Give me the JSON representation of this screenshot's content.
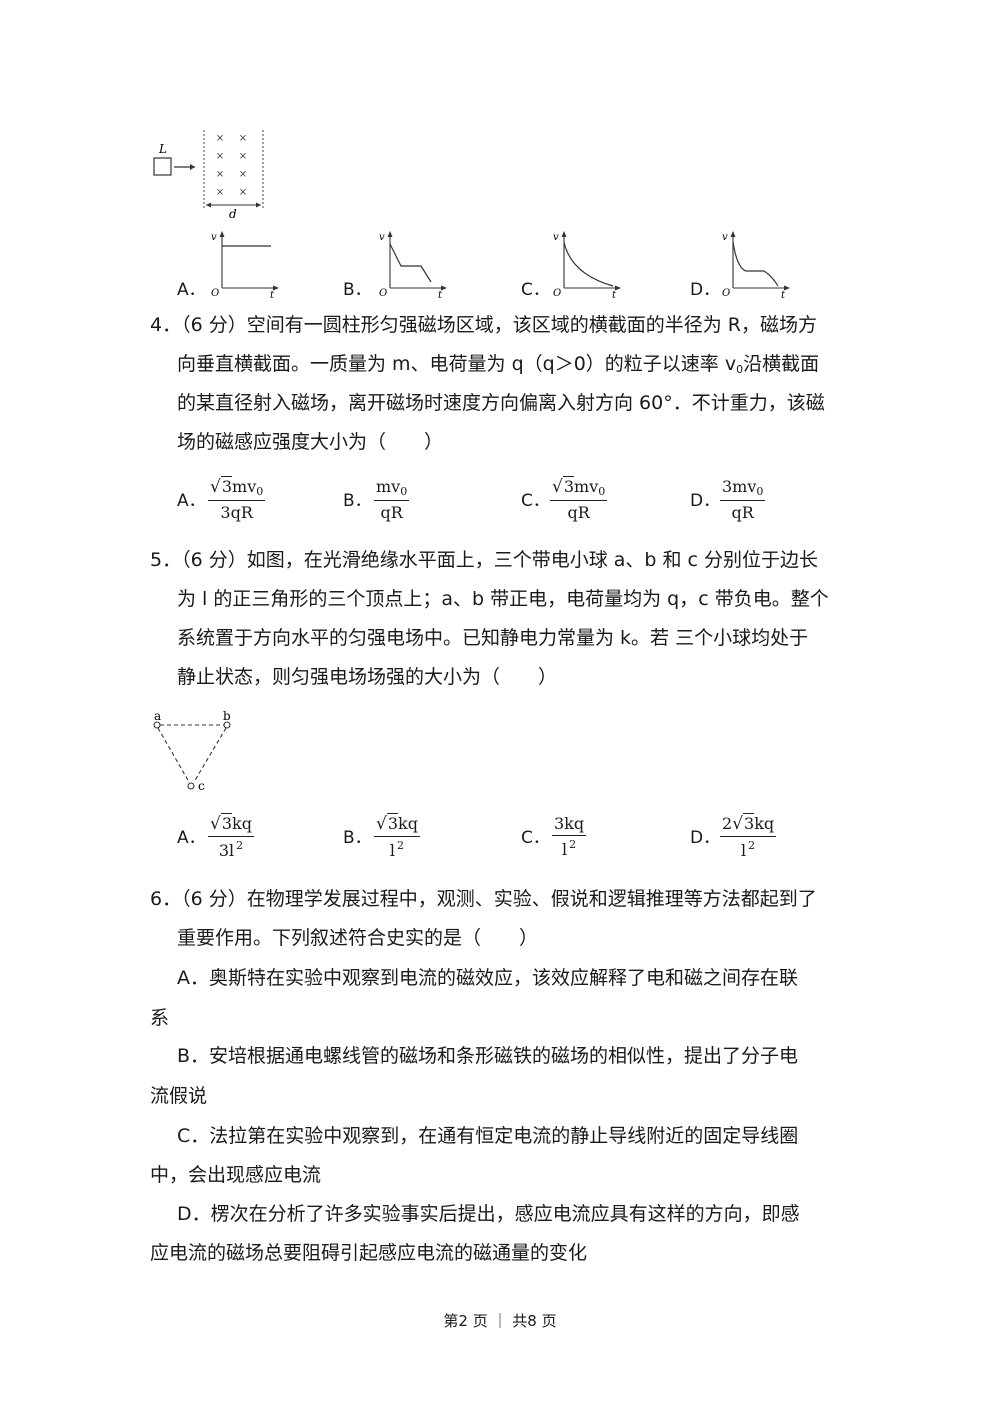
{
  "q3": {
    "fig": {
      "label_L": "L",
      "label_d": "d",
      "field_mark": "×"
    },
    "graph_axes": {
      "v": "v",
      "o": "O",
      "t": "t"
    },
    "options": [
      {
        "letter": "A．"
      },
      {
        "letter": "B．"
      },
      {
        "letter": "C．"
      },
      {
        "letter": "D．"
      }
    ]
  },
  "q4": {
    "lines": [
      "4．（6 分）空间有一圆柱形匀强磁场区域，该区域的横截面的半径为 R，磁场方",
      "向垂直横截面。一质量为 m、电荷量为 q（q＞0）的粒子以速率 v",
      "的某直径射入磁场，离开磁场时速度方向偏离入射方向 60°．不计重力，该磁",
      "场的磁感应强度大小为（　　）"
    ],
    "line2_sub": "0",
    "line2_tail": "沿横截面",
    "options": [
      {
        "letter": "A．",
        "root": "3",
        "num": "mv",
        "num_sub": "0",
        "den": "3qR"
      },
      {
        "letter": "B．",
        "num": "mv",
        "num_sub": "0",
        "den": "qR"
      },
      {
        "letter": "C．",
        "root": "3",
        "num": "mv",
        "num_sub": "0",
        "den": "qR"
      },
      {
        "letter": "D．",
        "num": "3mv",
        "num_sub": "0",
        "den": "qR"
      }
    ]
  },
  "q5": {
    "lines": [
      "5．（6 分）如图，在光滑绝缘水平面上，三个带电小球 a、b 和 c 分别位于边长",
      "为 l 的正三角形的三个顶点上；a、b 带正电，电荷量均为 q，c 带负电。整个",
      "系统置于方向水平的匀强电场中。已知静电力常量为 k。若 三个小球均处于",
      "静止状态，则匀强电场场强的大小为（　　）"
    ],
    "fig": {
      "a": "a",
      "b": "b",
      "c": "c"
    },
    "options": [
      {
        "letter": "A．",
        "root": "3",
        "num": "kq",
        "den": "3l",
        "den_sup": "2"
      },
      {
        "letter": "B．",
        "root": "3",
        "num": "kq",
        "den": "l",
        "den_sup": "2"
      },
      {
        "letter": "C．",
        "num": "3kq",
        "den": "l",
        "den_sup": "2"
      },
      {
        "letter": "D．",
        "coef": "2",
        "root": "3",
        "num": "kq",
        "den": "l",
        "den_sup": "2"
      }
    ]
  },
  "q6": {
    "lines": [
      "6．（6 分）在物理学发展过程中，观测、实验、假说和逻辑推理等方法都起到了",
      "重要作用。下列叙述符合史实的是（　　）",
      "A．奥斯特在实验中观察到电流的磁效应，该效应解释了电和磁之间存在联",
      "系",
      "B．安培根据通电螺线管的磁场和条形磁铁的磁场的相似性，提出了分子电",
      "流假说",
      "C．法拉第在实验中观察到，在通有恒定电流的静止导线附近的固定导线圈",
      "中，会出现感应电流",
      "D．楞次在分析了许多实验事实后提出，感应电流应具有这样的方向，即感",
      "应电流的磁场总要阻碍引起感应电流的磁通量的变化"
    ]
  },
  "footer": {
    "text": "第2 页 ｜ 共8 页"
  }
}
